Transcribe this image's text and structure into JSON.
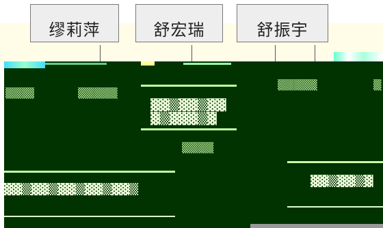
{
  "family_chart": {
    "names": [
      "缪莉萍",
      "舒宏瑞",
      "舒振宇"
    ]
  },
  "colors": {
    "panel_background": "#003300",
    "glyph_color": "#ccffaa",
    "name_box_background": "#eeeeee",
    "band_background": "#fffde8"
  }
}
